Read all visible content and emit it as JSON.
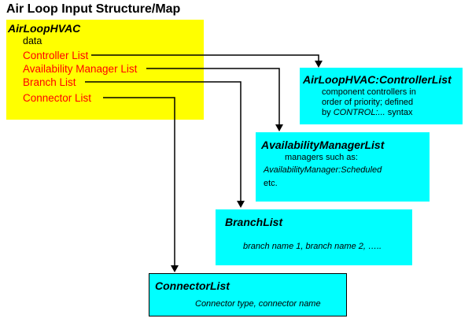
{
  "diagram_title": "Air Loop Input Structure/Map",
  "main_box": {
    "title": "AirLoopHVAC",
    "data_label": "data",
    "items": [
      "Controller List",
      "Availability Manager List",
      "Branch List",
      "Connector List"
    ]
  },
  "controller_box": {
    "title": "AirLoopHVAC:ControllerList",
    "line1": "component controllers in",
    "line2": "order of priority; defined",
    "line3_prefix": "by ",
    "line3_italic": "CONTROL:...",
    "line3_suffix": " syntax"
  },
  "availability_box": {
    "title": "AvailabilityManagerList",
    "line1": "managers such as:",
    "line2": "AvailabilityManager:Scheduled",
    "line3": "etc."
  },
  "branch_box": {
    "title": "BranchList",
    "line1": "branch name 1, branch name 2, ….."
  },
  "connector_box": {
    "title": "ConnectorList",
    "line1": "Connector type, connector name"
  },
  "colors": {
    "main_box_fill": "#ffff00",
    "detail_box_fill": "#00ffff",
    "list_item_text": "#ff0000",
    "arrow": "#000000"
  }
}
